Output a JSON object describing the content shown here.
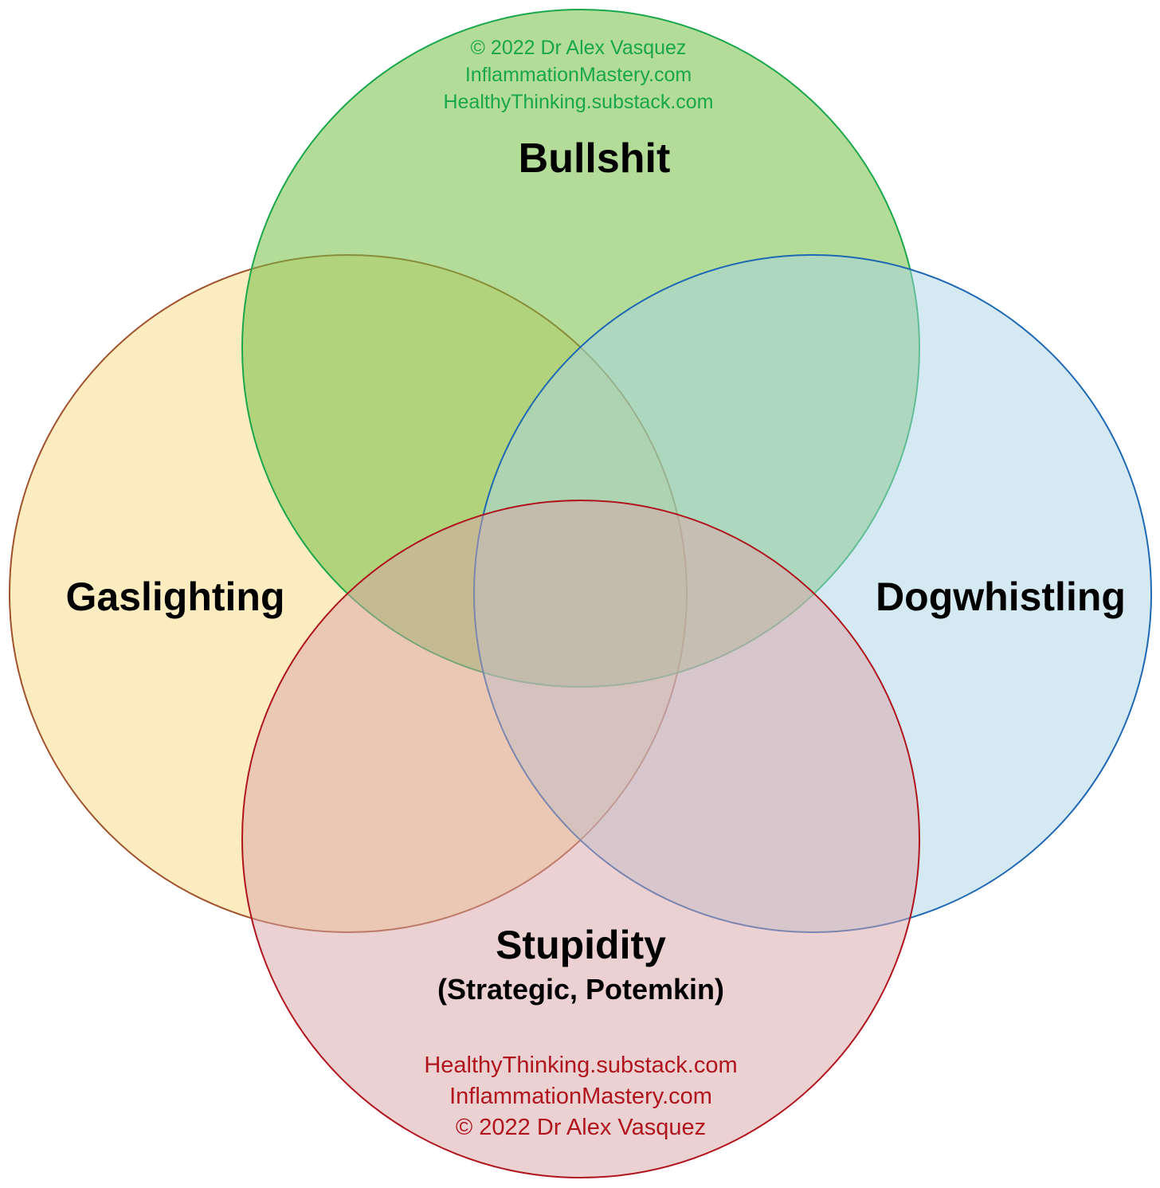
{
  "circles": {
    "gaslighting": {
      "label": "Gaslighting",
      "fill": "#f9dc8c",
      "stroke": "#a0522d"
    },
    "bullshit": {
      "label": "Bullshit",
      "fill": "#72bf44",
      "stroke": "#1aa64a"
    },
    "dogwhistling": {
      "label": "Dogwhistling",
      "fill": "#a9d3e3",
      "stroke": "#1f68b4"
    },
    "stupidity": {
      "label": "Stupidity",
      "sublabel": "(Strategic, Potemkin)",
      "fill": "#d9a3a8",
      "stroke": "#b0151e"
    }
  },
  "credits_top": {
    "color": "#1aa64a",
    "line1": "© 2022 Dr Alex Vasquez",
    "line2": "InflammationMastery.com",
    "line3": "HealthyThinking.substack.com"
  },
  "credits_bottom": {
    "color": "#b0151e",
    "line1": "HealthyThinking.substack.com",
    "line2": "InflammationMastery.com",
    "line3": "© 2022 Dr Alex Vasquez"
  }
}
